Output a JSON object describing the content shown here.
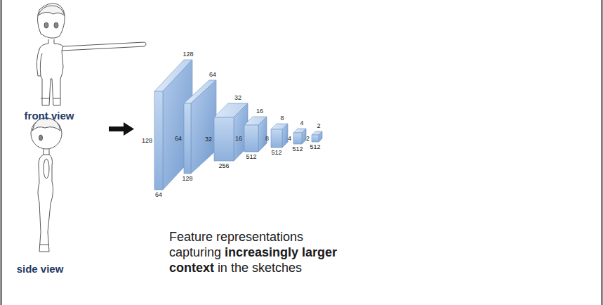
{
  "diagram": {
    "nodes": [
      {
        "text": [
          "128",
          "128",
          "64"
        ]
      },
      {
        "text": [
          "64",
          "64",
          "128"
        ]
      },
      {
        "text": [
          "32",
          "32",
          "256"
        ]
      },
      {
        "text": [
          "16",
          "16",
          "512"
        ]
      },
      {
        "text": [
          "8",
          "8",
          "512"
        ]
      },
      {
        "text": [
          "4",
          "4",
          "512"
        ]
      },
      {
        "text": [
          "2",
          "2",
          "512"
        ]
      }
    ],
    "labels": [
      "front view",
      "side view",
      "Feature representations capturing",
      "increasingly larger context",
      "in the sketches"
    ]
  }
}
